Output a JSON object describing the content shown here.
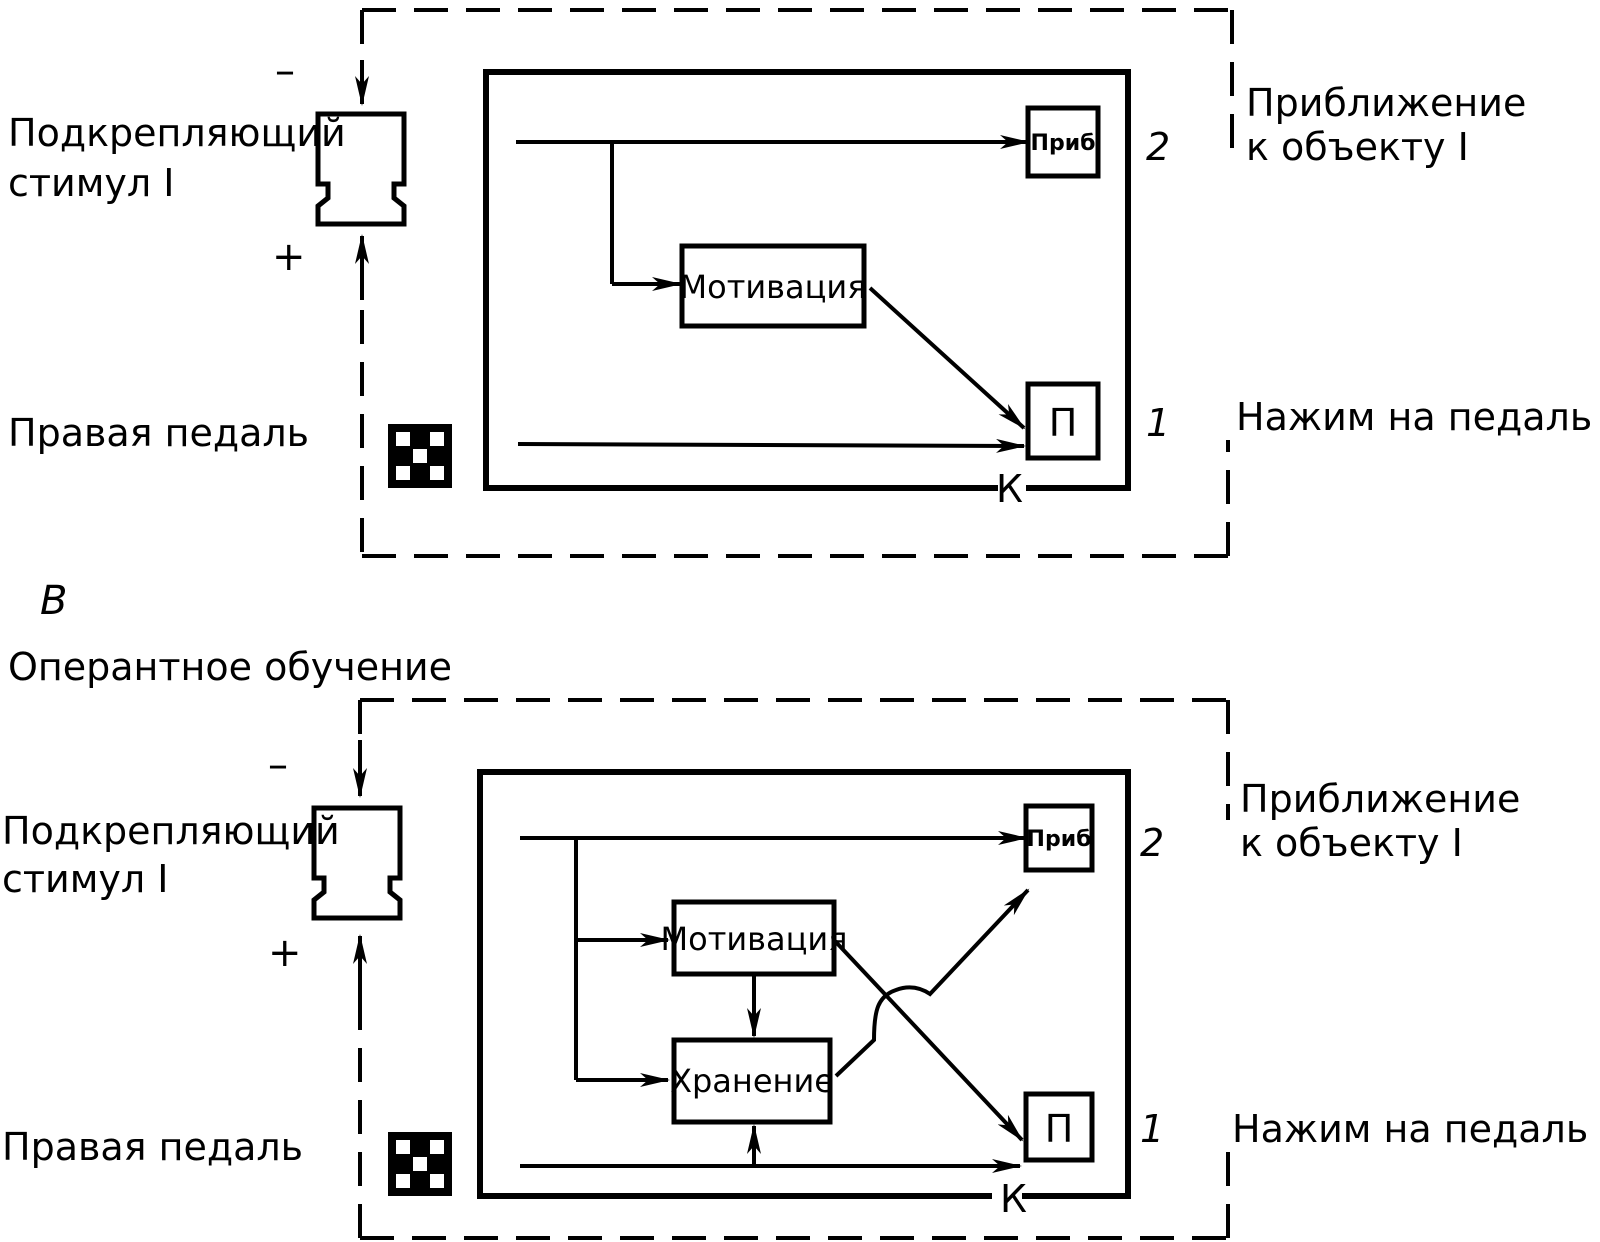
{
  "panel_top": {
    "stimulus_label_line1": "Подкрепляющий",
    "stimulus_label_line2": "стимул I",
    "minus": "–",
    "plus": "+",
    "pedal_label": "Правая педаль",
    "motivation": "Мотивация",
    "approach_box": "Приб",
    "pedal_box": "П",
    "num_2": "2",
    "num_1": "1",
    "approach_line1": "Приближение",
    "approach_line2": "к объекту I",
    "press_label": "Нажим на педаль",
    "k_label": "К"
  },
  "panel_b": {
    "letter": "В",
    "title": "Оперантное обучение",
    "stimulus_label_line1": "Подкрепляющий",
    "stimulus_label_line2": "стимул I",
    "minus": "–",
    "plus": "+",
    "pedal_label": "Правая педаль",
    "motivation": "Мотивация",
    "storage": "Хранение",
    "approach_box": "Приб",
    "pedal_box": "П",
    "num_2": "2",
    "num_1": "1",
    "approach_line1": "Приближение",
    "approach_line2": "к объекту I",
    "press_label": "Нажим на педаль",
    "k_label": "К"
  }
}
